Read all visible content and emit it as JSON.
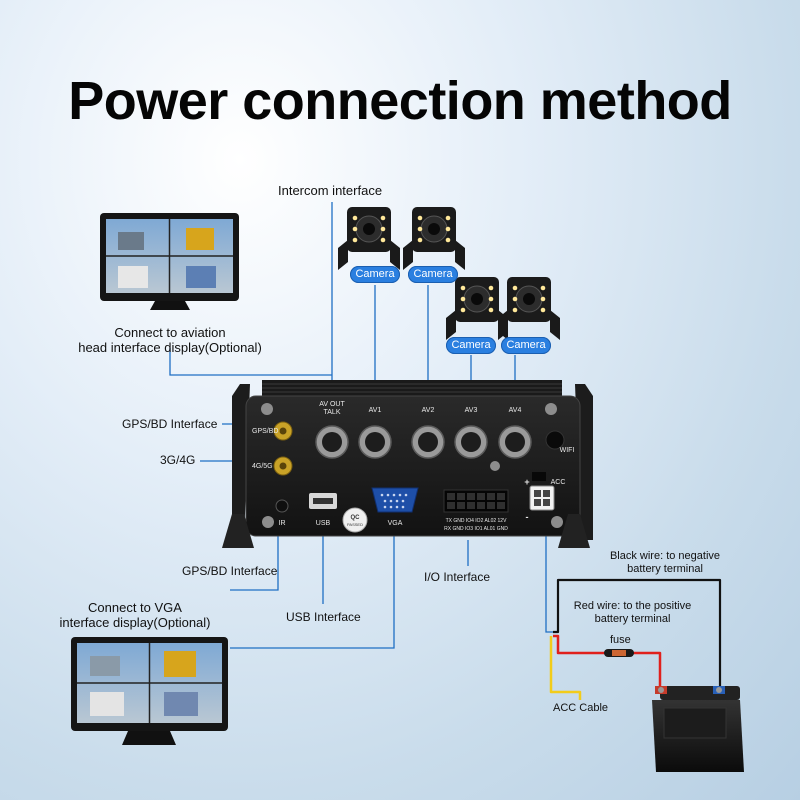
{
  "title": "Power connection method",
  "labels": {
    "intercom": "Intercom interface",
    "aviation_line1": "Connect to aviation",
    "aviation_line2": "head interface display(Optional)",
    "gps_bd": "GPS/BD Interface",
    "threeg": "3G/4G",
    "gps_bd_ir": "GPS/BD Interface",
    "usb_iface": "USB Interface",
    "io_iface": "I/O Interface",
    "vga_line1": "Connect to VGA",
    "vga_line2": "interface display(Optional)",
    "black_line1": "Black wire: to negative",
    "black_line2": "battery terminal",
    "red_line1": "Red wire: to the positive",
    "red_line2": "battery terminal",
    "fuse": "fuse",
    "acc_cable": "ACC Cable"
  },
  "cameras": [
    "Camera",
    "Camera",
    "Camera",
    "Camera"
  ],
  "dvr": {
    "av_out": "AV OUT",
    "talk": "TALK",
    "av1": "AV1",
    "av2": "AV2",
    "av3": "AV3",
    "av4": "AV4",
    "gps_bd": "GPS/BD",
    "g45": "4G/5G",
    "wifi": "WIFI",
    "acc": "ACC",
    "plus": "+",
    "minus": "-",
    "ir": "IR",
    "usb": "USB",
    "vga": "VGA",
    "qc": "QC",
    "passed": "PASSED",
    "io_row1": "TX GND IO4 IO2 AL02 12V",
    "io_row2": "RX GND IO3 IO1 AL01 GND"
  },
  "colors": {
    "wire_blue": "#1f6fc4",
    "wire_red": "#e0201c",
    "wire_yellow": "#f2cc1a",
    "wire_black": "#111111",
    "camera_tag": "#2a7fe0"
  }
}
